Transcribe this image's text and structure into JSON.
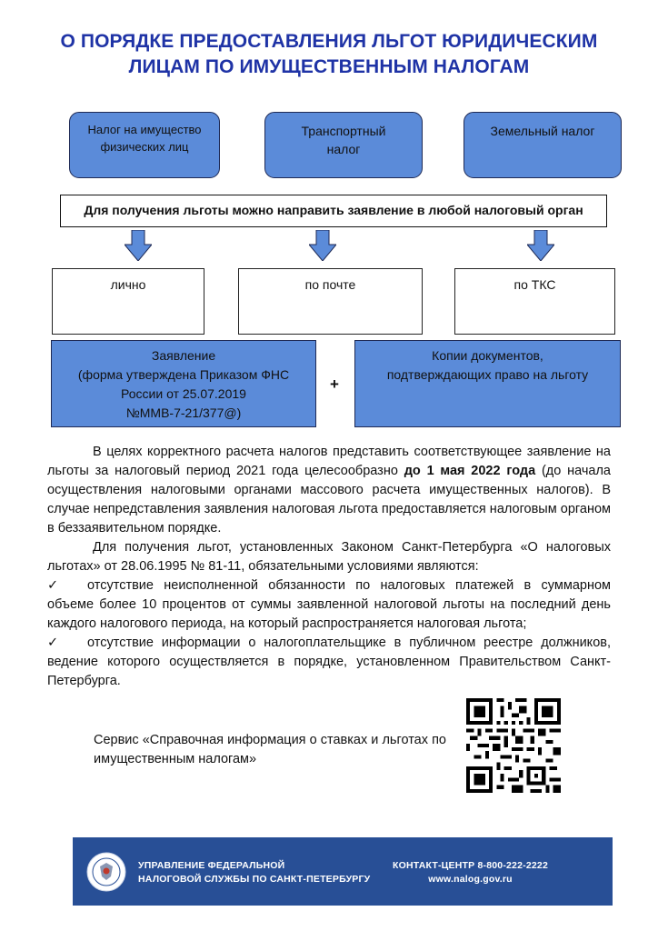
{
  "title": {
    "line1": "О ПОРЯДКЕ ПРЕДОСТАВЛЕНИЯ ЛЬГОТ ЮРИДИЧЕСКИМ",
    "line2": "ЛИЦАМ ПО ИМУЩЕСТВЕННЫМ НАЛОГАМ"
  },
  "taxes": [
    {
      "line1": "Налог на имущество",
      "line2": "физических лиц"
    },
    {
      "line1": "Транспортный",
      "line2": "налог"
    },
    {
      "line1": "Земельный налог",
      "line2": ""
    }
  ],
  "notice": "Для получения льготы можно направить заявление в любой налоговый орган",
  "methods": [
    "лично",
    "по почте",
    "по ТКС"
  ],
  "documents": {
    "application": {
      "line1": "Заявление",
      "line2": "(форма утверждена Приказом ФНС",
      "line3": "России от 25.07.2019",
      "line4": "№ММВ-7-21/377@)"
    },
    "plus": "+",
    "copies": {
      "line1": "Копии документов,",
      "line2": "подтверждающих право на льготу"
    }
  },
  "body": {
    "p1_part1": "В целях корректного расчета налогов представить соответствующее заявление на льготы за налоговый период 2021 года  целесообразно ",
    "p1_bold": "до 1 мая 2022 года",
    "p1_part2": " (до начала осуществления налоговыми органами массового расчета имущественных налогов). В случае непредставления заявления налоговая льгота предоставляется налоговым органом в беззаявительном порядке.",
    "p2": "Для получения льгот, установленных  Законом Санкт-Петербурга «О налоговых льготах» от 28.06.1995 № 81-11, обязательными условиями являются:",
    "check_symbol": "✓",
    "condition1": "отсутствие неисполненной обязанности по налоговых платежей в суммарном объеме более 10 процентов от суммы заявленной налоговой льготы на последний день каждого налогового периода, на который распространяется налоговая льгота;",
    "condition2": "отсутствие информации о налогоплательщике в публичном реестре должников, ведение которого осуществляется в порядке, установленном Правительством Санкт-Петербурга."
  },
  "service": "Сервис «Справочная информация о ставках и льготах по имущественным налогам»",
  "footer": {
    "org_line1": "УПРАВЛЕНИЕ ФЕДЕРАЛЬНОЙ",
    "org_line2": "НАЛОГОВОЙ СЛУЖБЫ ПО САНКТ-ПЕТЕРБУРГУ",
    "contact": "КОНТАКТ-ЦЕНТР 8-800-222-2222",
    "website": "www.nalog.gov.ru"
  },
  "colors": {
    "title": "#1f33a6",
    "box_fill": "#5b8bd9",
    "footer": "#284f96"
  }
}
